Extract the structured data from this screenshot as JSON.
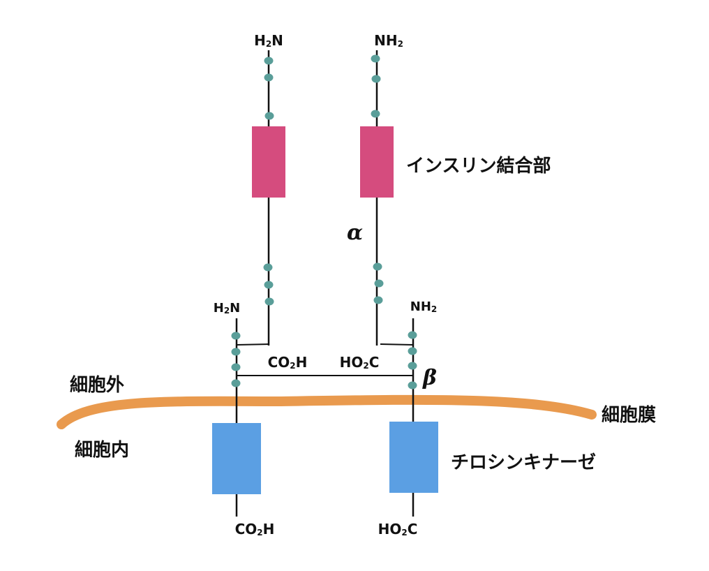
{
  "diagram": {
    "title": "インスリン受容体の構造",
    "colors": {
      "binding_domain": "#d54c7e",
      "kinase_domain": "#5b9fe3",
      "membrane": "#e99a4e",
      "residue_dot": "#5a9e99",
      "chain_line": "#111111"
    },
    "labels": {
      "insulin_binding": "インスリン結合部",
      "tyrosine_kinase": "チロシンキナーゼ",
      "extracellular": "細胞外",
      "intracellular": "細胞内",
      "membrane": "細胞膜",
      "alpha": "α",
      "beta": "β"
    },
    "termini": {
      "alpha_left_n": {
        "main": "H",
        "sub": "2",
        "tail": "N"
      },
      "alpha_right_n": {
        "main": "NH",
        "sub": "2",
        "tail": ""
      },
      "beta_left_n": {
        "main": "H",
        "sub": "2",
        "tail": "N"
      },
      "beta_right_n": {
        "main": "NH",
        "sub": "2",
        "tail": ""
      },
      "alpha_left_c": {
        "main": "CO",
        "sub": "2",
        "tail": "H"
      },
      "alpha_right_c": {
        "main": "HO",
        "sub": "2",
        "tail": "C"
      },
      "beta_left_c": {
        "main": "CO",
        "sub": "2",
        "tail": "H"
      },
      "beta_right_c": {
        "main": "HO",
        "sub": "2",
        "tail": "C"
      }
    }
  }
}
